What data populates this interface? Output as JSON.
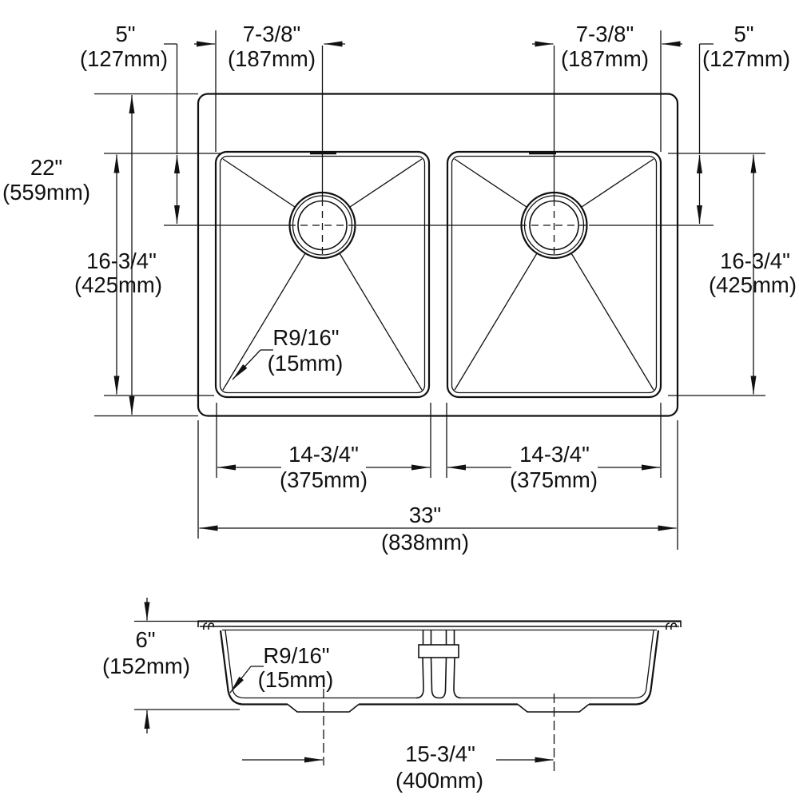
{
  "top_view": {
    "offset_left": {
      "primary": "5\"",
      "metric": "(127mm)"
    },
    "drain_left": {
      "primary": "7-3/8\"",
      "metric": "(187mm)"
    },
    "drain_right": {
      "primary": "7-3/8\"",
      "metric": "(187mm)"
    },
    "offset_right": {
      "primary": "5\"",
      "metric": "(127mm)"
    },
    "overall_front_to_back": {
      "primary": "22\"",
      "metric": "(559mm)"
    },
    "bowl_front_to_back_left": {
      "primary": "16-3/4\"",
      "metric": "(425mm)"
    },
    "bowl_front_to_back_right": {
      "primary": "16-3/4\"",
      "metric": "(425mm)"
    },
    "corner_radius": {
      "primary": "R9/16\"",
      "metric": "(15mm)"
    },
    "bowl_width_left": {
      "primary": "14-3/4\"",
      "metric": "(375mm)"
    },
    "bowl_width_right": {
      "primary": "14-3/4\"",
      "metric": "(375mm)"
    },
    "overall_width": {
      "primary": "33\"",
      "metric": "(838mm)"
    }
  },
  "side_view": {
    "depth": {
      "primary": "6\"",
      "metric": "(152mm)"
    },
    "corner_radius": {
      "primary": "R9/16\"",
      "metric": "(15mm)"
    },
    "drain_spacing": {
      "primary": "15-3/4\"",
      "metric": "(400mm)"
    }
  },
  "colors": {
    "line": "#111111",
    "background": "#ffffff"
  }
}
